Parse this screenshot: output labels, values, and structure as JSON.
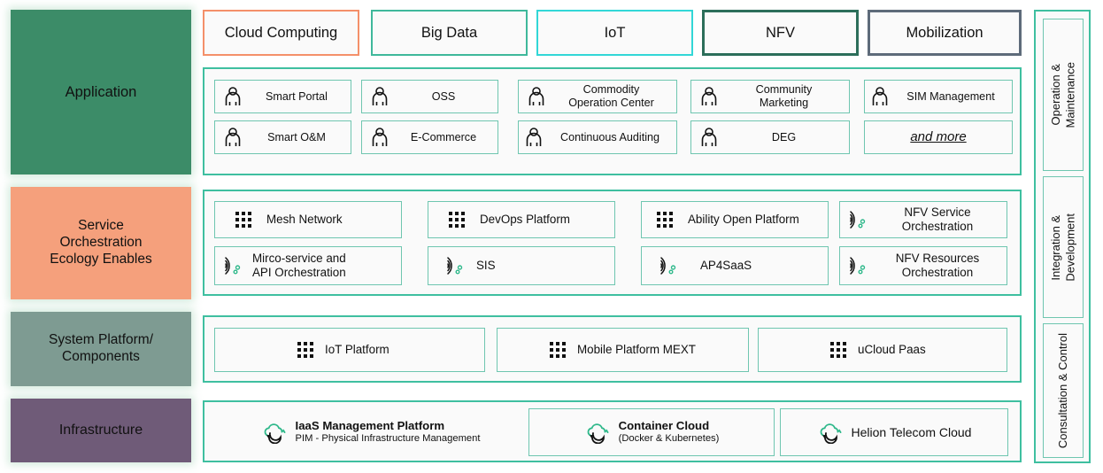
{
  "layers": [
    {
      "id": "application",
      "label": "Application"
    },
    {
      "id": "service-orchestration",
      "label": "Service\nOrchestration\nEcology Enables"
    },
    {
      "id": "system-platform",
      "label": "System Platform/\nComponents"
    },
    {
      "id": "infrastructure",
      "label": "Infrastructure"
    }
  ],
  "tags": [
    {
      "label": "Cloud Computing",
      "color": "#F4906A"
    },
    {
      "label": "Big Data",
      "color": "#3FB89B"
    },
    {
      "label": "IoT",
      "color": "#32D7D7"
    },
    {
      "label": "NFV",
      "color": "#2C6E5A"
    },
    {
      "label": "Mobilization",
      "color": "#5E6B7A"
    }
  ],
  "application_items": [
    {
      "label": "Smart Portal",
      "icon": "person-icon"
    },
    {
      "label": "OSS",
      "icon": "person-icon"
    },
    {
      "label": "Commodity\nOperation Center",
      "icon": "person-icon"
    },
    {
      "label": "Community\nMarketing",
      "icon": "person-icon"
    },
    {
      "label": "SIM Management",
      "icon": "person-icon"
    },
    {
      "label": "Smart O&M",
      "icon": "person-icon"
    },
    {
      "label": "E-Commerce",
      "icon": "person-icon"
    },
    {
      "label": "Continuous Auditing",
      "icon": "person-icon"
    },
    {
      "label": "DEG",
      "icon": "person-icon"
    },
    {
      "label": "and more",
      "icon": "none"
    }
  ],
  "service_items": [
    {
      "label": "Mesh Network",
      "icon": "grid-dots-icon"
    },
    {
      "label": "DevOps Platform",
      "icon": "grid-dots-icon"
    },
    {
      "label": "Ability Open Platform",
      "icon": "grid-dots-icon"
    },
    {
      "label": "NFV Service\nOrchestration",
      "icon": "signal-fan-icon"
    },
    {
      "label": "Mirco-service and\nAPI Orchestration",
      "icon": "signal-fan-icon"
    },
    {
      "label": "SIS",
      "icon": "signal-fan-icon"
    },
    {
      "label": "AP4SaaS",
      "icon": "signal-fan-icon"
    },
    {
      "label": "NFV Resources\nOrchestration",
      "icon": "signal-fan-icon"
    }
  ],
  "platform_items": [
    {
      "label": "IoT Platform",
      "icon": "grid-dots-icon"
    },
    {
      "label": "Mobile Platform MEXT",
      "icon": "grid-dots-icon"
    },
    {
      "label": "uCloud Paas",
      "icon": "grid-dots-icon"
    }
  ],
  "infrastructure_items": [
    {
      "title": "IaaS Management Platform",
      "subtitle": "PIM - Physical Infrastructure Management",
      "icon": "cloud-sync-icon"
    },
    {
      "title": "Container Cloud",
      "subtitle": "(Docker & Kubernetes)",
      "icon": "cloud-sync-icon"
    },
    {
      "title": "Helion Telecom Cloud",
      "subtitle": "",
      "icon": "cloud-sync-icon"
    }
  ],
  "rail_items": [
    {
      "label": "Operation &\nMaintenance"
    },
    {
      "label": "Integration &\nDevelopment"
    },
    {
      "label": "Consultation & Control"
    }
  ],
  "colors": {
    "application_fill": "#3C8C68",
    "service_fill": "#F5A07C",
    "platform_fill": "#7E9B92",
    "infrastructure_fill": "#6F5B78",
    "panel_border": "#3FBFA0",
    "card_border": "#6FC6B0",
    "accent_green": "#2EB88A"
  }
}
